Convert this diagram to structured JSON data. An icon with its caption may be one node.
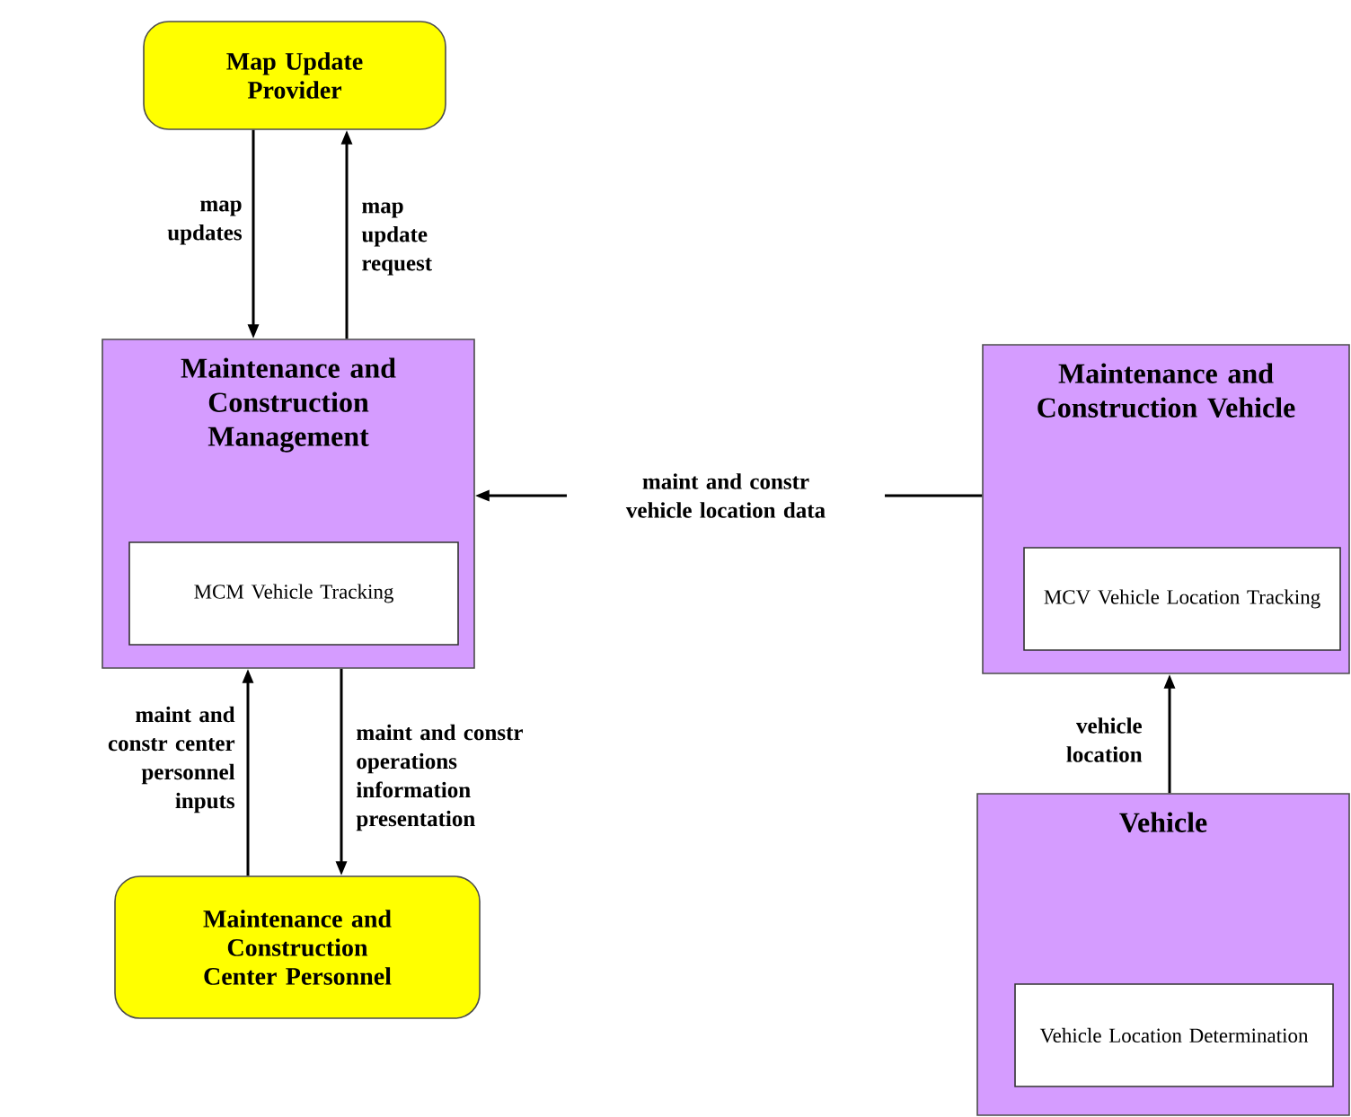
{
  "diagram": {
    "nodes": [
      {
        "text": [
          "Map Update Provider"
        ]
      },
      {
        "text": [
          "Maintenance and Construction Management"
        ]
      },
      {
        "text": [
          "MCM Vehicle Tracking"
        ],
        "in": 1
      },
      {
        "text": [
          "Maintenance and Construction Vehicle"
        ]
      },
      {
        "text": [
          "MCV Vehicle Location Tracking"
        ],
        "in": 3
      },
      {
        "text": [
          "Vehicle"
        ]
      },
      {
        "text": [
          "Vehicle Location Determination"
        ],
        "in": 5
      },
      {
        "text": [
          "Maintenance and Construction Center Personnel"
        ]
      }
    ],
    "edges": [
      {
        "from": 0,
        "to": 1,
        "arrow": "to",
        "label": "map updates"
      },
      {
        "from": 1,
        "to": 0,
        "arrow": "to",
        "label": "map update request"
      },
      {
        "from": 3,
        "to": 1,
        "arrow": "to",
        "label": "maint and constr vehicle location data"
      },
      {
        "from": 7,
        "to": 1,
        "arrow": "to",
        "label": "maint and constr center personnel inputs"
      },
      {
        "from": 1,
        "to": 7,
        "arrow": "to",
        "label": "maint and constr operations information presentation"
      },
      {
        "from": 5,
        "to": 3,
        "arrow": "to",
        "label": "vehicle location"
      }
    ]
  }
}
